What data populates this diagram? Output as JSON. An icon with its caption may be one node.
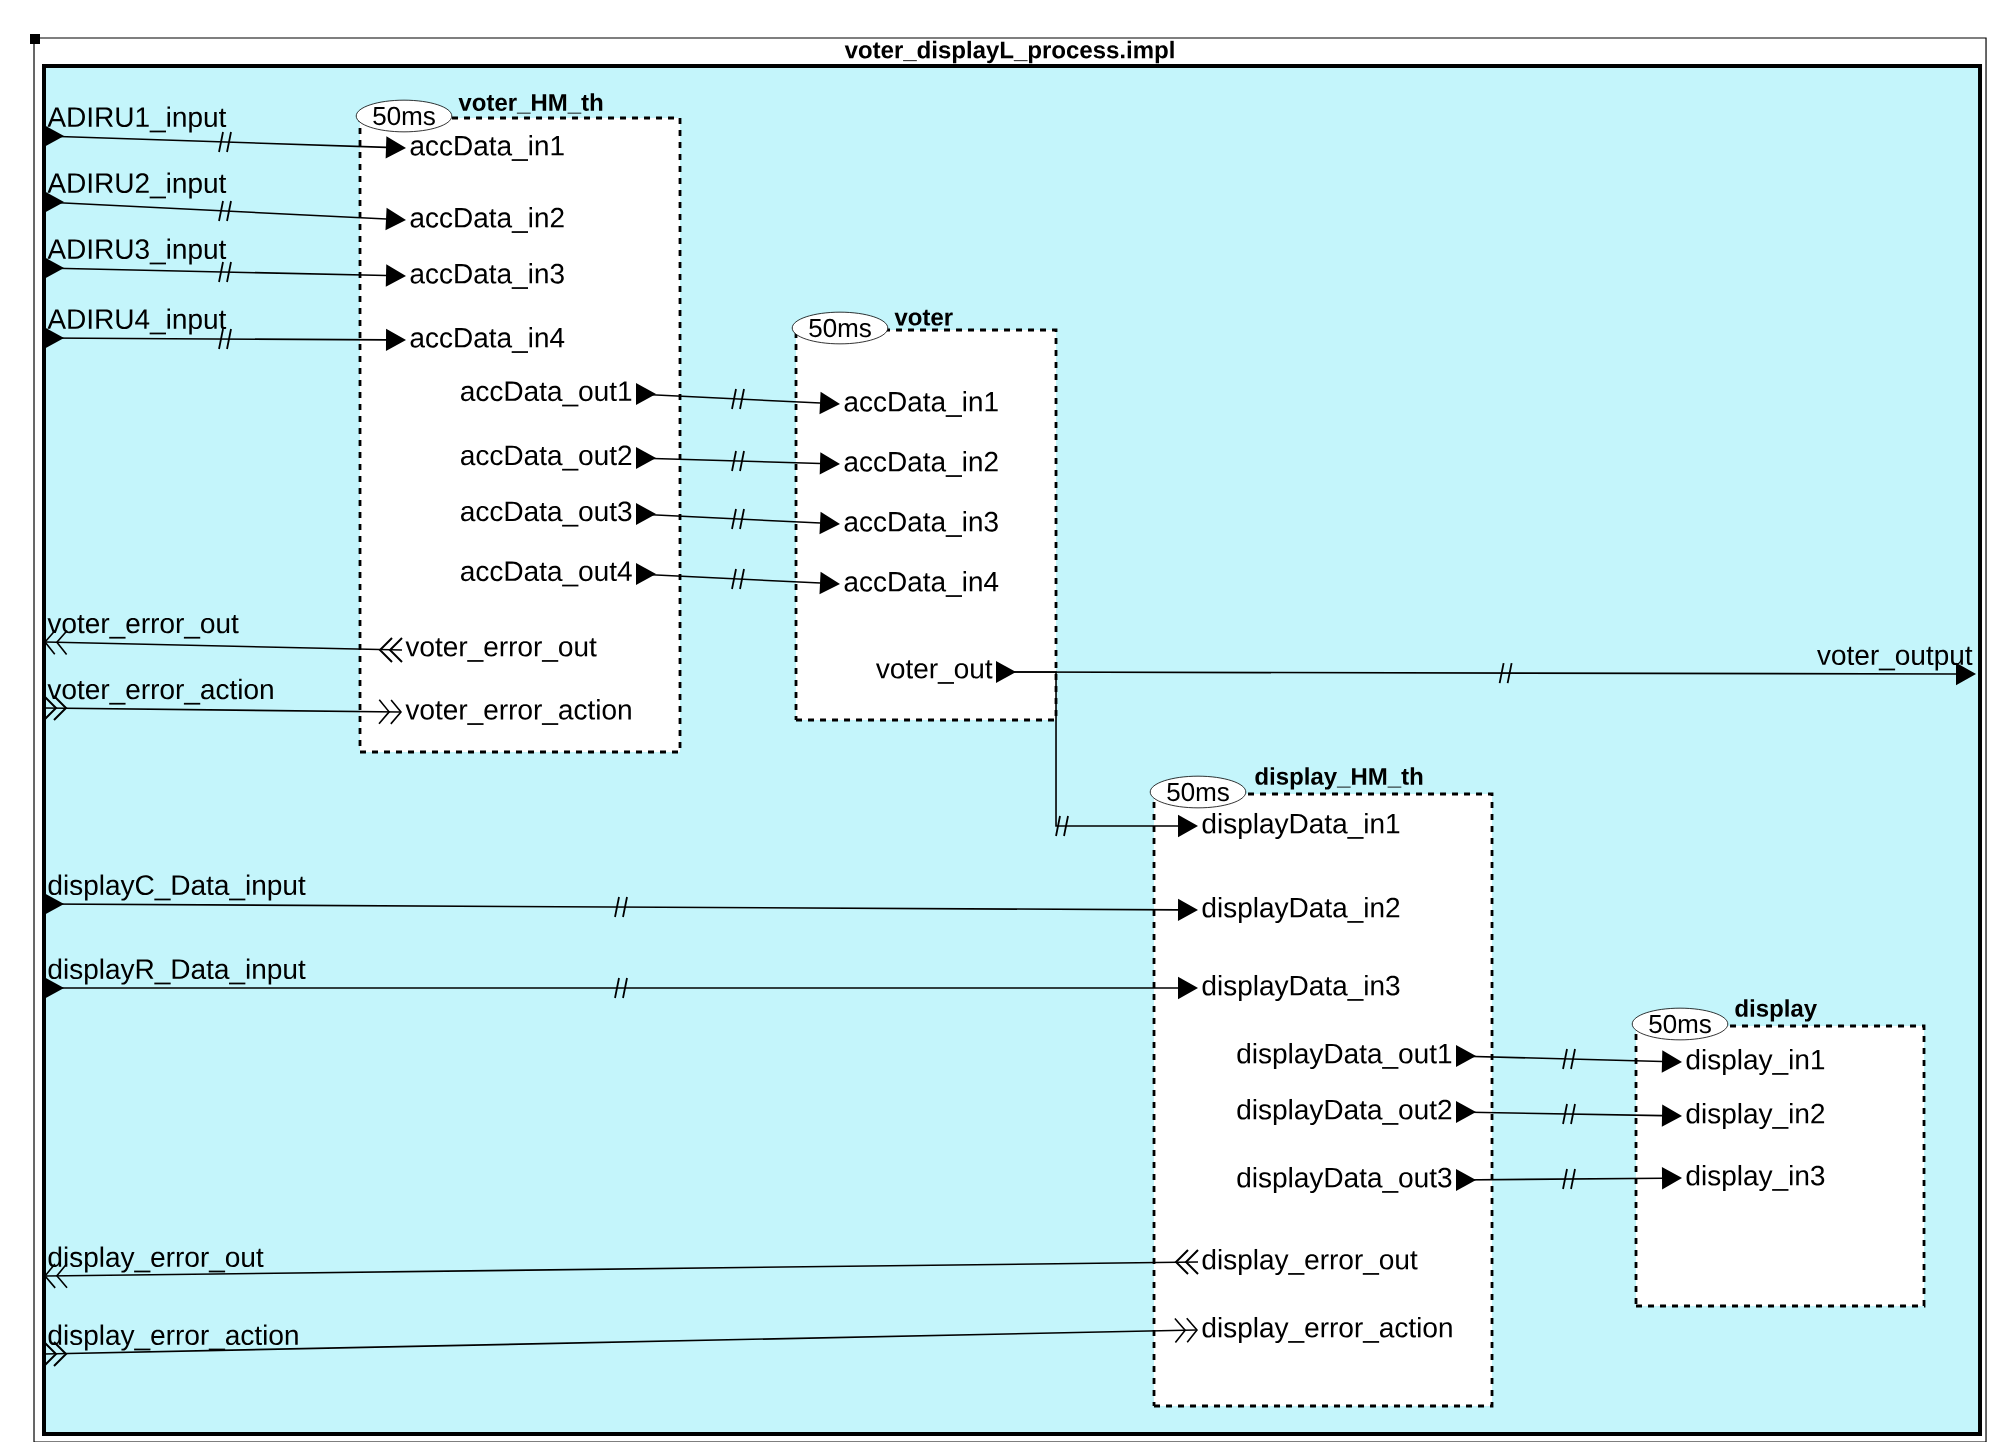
{
  "diagram": {
    "nodes": [
      {
        "text": [
          "voter_displayL_process.impl"
        ]
      },
      {
        "text": [
          "ADIRU1_input"
        ],
        "in": 0
      },
      {
        "text": [
          "ADIRU2_input"
        ],
        "in": 0
      },
      {
        "text": [
          "ADIRU3_input"
        ],
        "in": 0
      },
      {
        "text": [
          "ADIRU4_input"
        ],
        "in": 0
      },
      {
        "text": [
          "voter_error_out"
        ],
        "in": 0
      },
      {
        "text": [
          "voter_error_action"
        ],
        "in": 0
      },
      {
        "text": [
          "displayC_Data_input"
        ],
        "in": 0
      },
      {
        "text": [
          "displayR_Data_input"
        ],
        "in": 0
      },
      {
        "text": [
          "display_error_out"
        ],
        "in": 0
      },
      {
        "text": [
          "display_error_action"
        ],
        "in": 0
      },
      {
        "text": [
          "voter_output"
        ],
        "in": 0
      },
      {
        "text": [
          "voter_HM_th"
        ],
        "beside": [
          "50ms"
        ],
        "in": 0
      },
      {
        "text": [
          "accData_in1"
        ],
        "in": 12
      },
      {
        "text": [
          "accData_in2"
        ],
        "in": 12
      },
      {
        "text": [
          "accData_in3"
        ],
        "in": 12
      },
      {
        "text": [
          "accData_in4"
        ],
        "in": 12
      },
      {
        "text": [
          "accData_out1"
        ],
        "in": 12
      },
      {
        "text": [
          "accData_out2"
        ],
        "in": 12
      },
      {
        "text": [
          "accData_out3"
        ],
        "in": 12
      },
      {
        "text": [
          "accData_out4"
        ],
        "in": 12
      },
      {
        "text": [
          "voter_error_out"
        ],
        "in": 12
      },
      {
        "text": [
          "voter_error_action"
        ],
        "in": 12
      },
      {
        "text": [
          "voter"
        ],
        "beside": [
          "50ms"
        ],
        "in": 0
      },
      {
        "text": [
          "accData_in1"
        ],
        "in": 23
      },
      {
        "text": [
          "accData_in2"
        ],
        "in": 23
      },
      {
        "text": [
          "accData_in3"
        ],
        "in": 23
      },
      {
        "text": [
          "accData_in4"
        ],
        "in": 23
      },
      {
        "text": [
          "voter_out"
        ],
        "in": 23
      },
      {
        "text": [
          "display_HM_th"
        ],
        "beside": [
          "50ms"
        ],
        "in": 0
      },
      {
        "text": [
          "displayData_in1"
        ],
        "in": 29
      },
      {
        "text": [
          "displayData_in2"
        ],
        "in": 29
      },
      {
        "text": [
          "displayData_in3"
        ],
        "in": 29
      },
      {
        "text": [
          "displayData_out1"
        ],
        "in": 29
      },
      {
        "text": [
          "displayData_out2"
        ],
        "in": 29
      },
      {
        "text": [
          "displayData_out3"
        ],
        "in": 29
      },
      {
        "text": [
          "display_error_out"
        ],
        "in": 29
      },
      {
        "text": [
          "display_error_action"
        ],
        "in": 29
      },
      {
        "text": [
          "display"
        ],
        "beside": [
          "50ms"
        ],
        "in": 0
      },
      {
        "text": [
          "display_in1"
        ],
        "in": 38
      },
      {
        "text": [
          "display_in2"
        ],
        "in": 38
      },
      {
        "text": [
          "display_in3"
        ],
        "in": 38
      }
    ],
    "edges": [
      {
        "from": 1,
        "to": 13,
        "arrow": "to"
      },
      {
        "from": 2,
        "to": 14,
        "arrow": "to"
      },
      {
        "from": 3,
        "to": 15,
        "arrow": "to"
      },
      {
        "from": 4,
        "to": 16,
        "arrow": "to"
      },
      {
        "from": 17,
        "to": 24,
        "arrow": "to"
      },
      {
        "from": 18,
        "to": 25,
        "arrow": "to"
      },
      {
        "from": 19,
        "to": 26,
        "arrow": "to"
      },
      {
        "from": 20,
        "to": 27,
        "arrow": "to"
      },
      {
        "from": 21,
        "to": 5,
        "arrow": "to"
      },
      {
        "from": 6,
        "to": 22,
        "arrow": "to"
      },
      {
        "from": 28,
        "to": 11,
        "arrow": "to"
      },
      {
        "from": 28,
        "to": 30,
        "arrow": "to"
      },
      {
        "from": 7,
        "to": 31,
        "arrow": "to"
      },
      {
        "from": 8,
        "to": 32,
        "arrow": "to"
      },
      {
        "from": 33,
        "to": 39,
        "arrow": "to"
      },
      {
        "from": 34,
        "to": 40,
        "arrow": "to"
      },
      {
        "from": 35,
        "to": 41,
        "arrow": "to"
      },
      {
        "from": 36,
        "to": 9,
        "arrow": "to"
      },
      {
        "from": 10,
        "to": 37,
        "arrow": "to"
      }
    ]
  }
}
